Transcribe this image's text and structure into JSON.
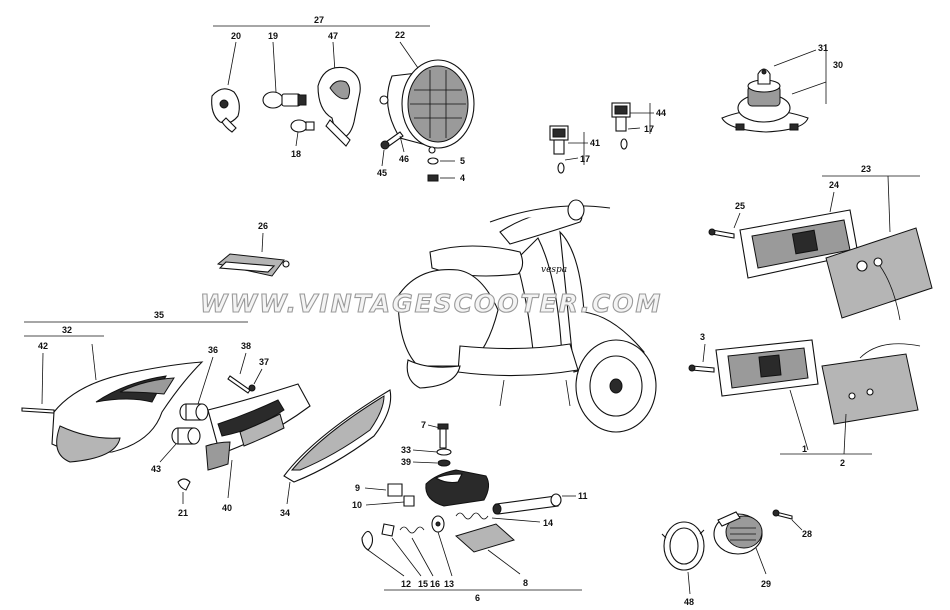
{
  "watermark": "WWW.VINTAGESCOOTER.COM",
  "scooter_badge": "vespa",
  "callouts": {
    "n1": "1",
    "n2": "2",
    "n3": "3",
    "n4": "4",
    "n5": "5",
    "n6": "6",
    "n7": "7",
    "n8": "8",
    "n9": "9",
    "n10": "10",
    "n11": "11",
    "n12": "12",
    "n13": "13",
    "n14": "14",
    "n15": "15",
    "n16": "16",
    "n17a": "17",
    "n17b": "17",
    "n18": "18",
    "n19": "19",
    "n20": "20",
    "n21": "21",
    "n22": "22",
    "n23": "23",
    "n24": "24",
    "n25": "25",
    "n26": "26",
    "n27": "27",
    "n28": "28",
    "n29": "29",
    "n30": "30",
    "n31": "31",
    "n32": "32",
    "n33": "33",
    "n34": "34",
    "n35": "35",
    "n36": "36",
    "n37": "37",
    "n38": "38",
    "n39": "39",
    "n40": "40",
    "n41": "41",
    "n42": "42",
    "n43": "43",
    "n44": "44",
    "n45": "45",
    "n46": "46",
    "n47": "47",
    "n48": "48"
  },
  "colors": {
    "ink": "#111111",
    "paper": "#ffffff",
    "shade": "#2a2a2a"
  }
}
